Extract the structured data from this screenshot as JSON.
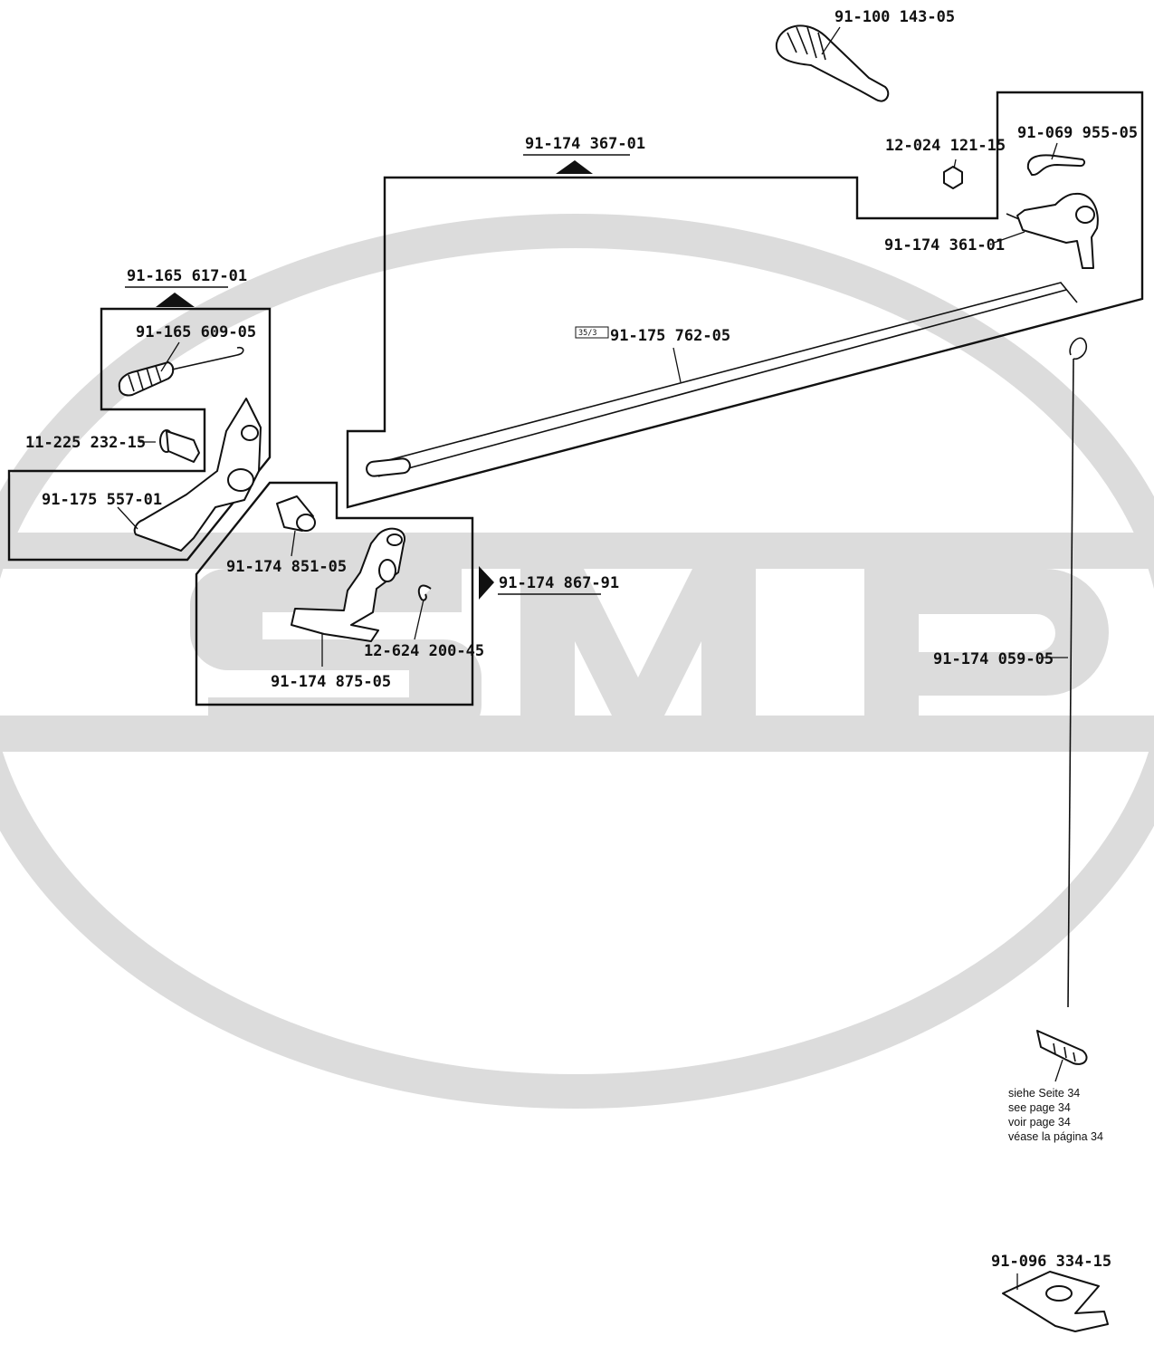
{
  "diagram": {
    "watermark": {
      "letters": "SMP",
      "color": "#dcdcdc"
    },
    "assemblies": {
      "left_top": "91-165 617-01",
      "top_right": "91-174 367-01",
      "middle": "91-174 867-91"
    },
    "parts": {
      "screw_top": "91-100 143-05",
      "nut": "12-024 121-15",
      "spring_clip": "91-069 955-05",
      "lever_right": "91-174 361-01",
      "link_rod_ref": "35/3",
      "link_rod": "91-175 762-05",
      "spring_left": "91-165 609-05",
      "screw_left": "11-225 232-15",
      "bracket_left": "91-175 557-01",
      "bushing": "91-174 851-05",
      "retaining_ring": "12-624 200-45",
      "lever_middle": "91-174 875-05",
      "long_wire": "91-174 059-05",
      "bottom_bracket": "91-096 334-15"
    },
    "crossref": {
      "de": "siehe Seite 34",
      "en": "see page 34",
      "fr": "voir page 34",
      "es": "véase la página 34"
    }
  }
}
